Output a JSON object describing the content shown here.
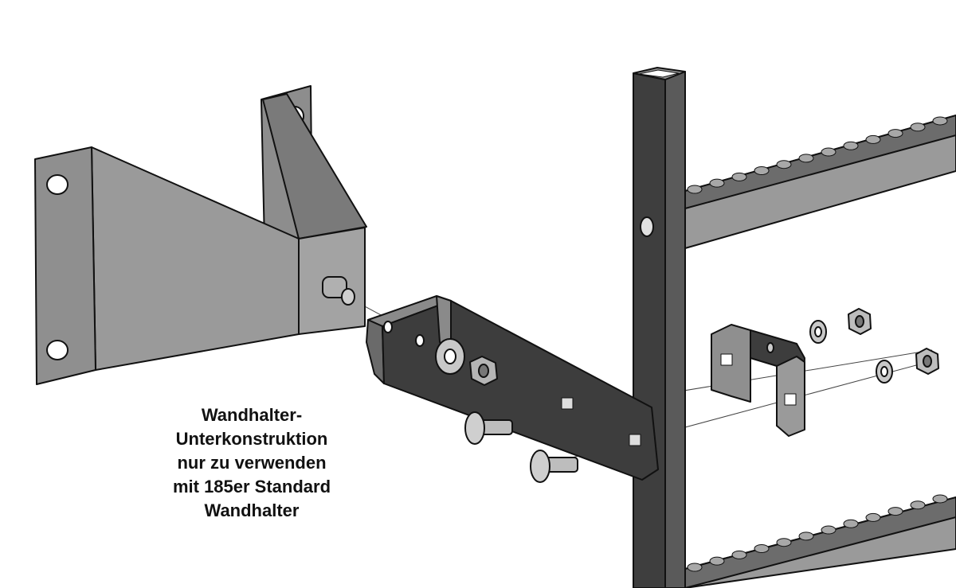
{
  "caption": {
    "lines": [
      "Wandhalter-",
      "Unterkonstruktion",
      "nur zu verwenden",
      "mit 185er Standard",
      "Wandhalter"
    ]
  },
  "colors": {
    "steel_light": "#8a8a8a",
    "steel_mid": "#6b6b6b",
    "steel_dark": "#3c3c3c",
    "outline": "#111111"
  }
}
